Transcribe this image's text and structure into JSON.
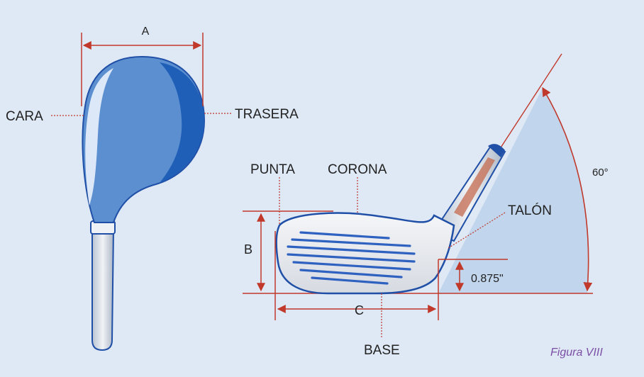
{
  "labels": {
    "dim_a": "A",
    "cara": "CARA",
    "trasera": "TRASERA",
    "punta": "PUNTA",
    "corona": "CORONA",
    "talon": "TALÓN",
    "angle": "60°",
    "dim_b": "B",
    "height": "0.875\"",
    "dim_c": "C",
    "base": "BASE"
  },
  "caption": "Figura VIII",
  "colors": {
    "background": "#dfe9f5",
    "club_body": "#5b8fd0",
    "club_dark": "#1f5fb8",
    "head_silver": "#e4e7ec",
    "groove": "#2f62c0",
    "angle_fill": "#bcd1ea",
    "dimension_red": "#c0392b"
  }
}
